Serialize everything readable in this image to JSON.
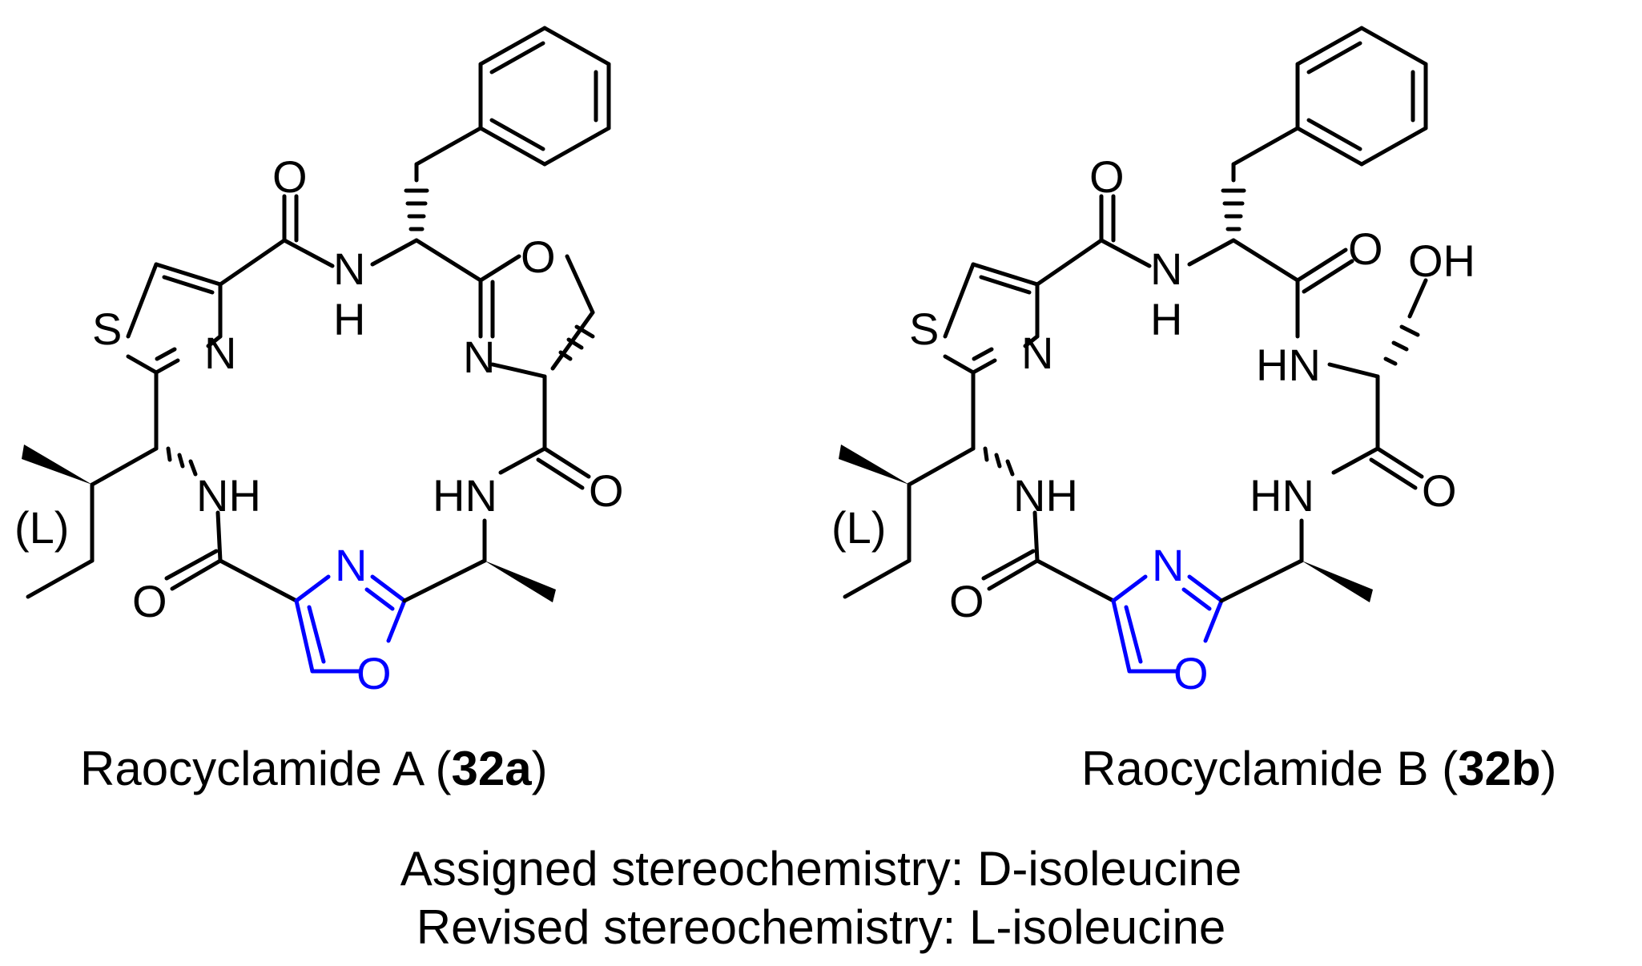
{
  "colors": {
    "bond": "#000000",
    "heteroaryl": "#0000ff",
    "background": "#ffffff"
  },
  "compounds": [
    {
      "name": "Raocyclamide A (",
      "number": "32a",
      "close": ")",
      "iso_label": "(L)",
      "atoms": {
        "S": "S",
        "N": "N",
        "O": "O",
        "NH": "NH",
        "HN": "HN",
        "H": "H"
      }
    },
    {
      "name": "Raocyclamide B (",
      "number": "32b",
      "close": ")",
      "iso_label": "(L)",
      "atoms": {
        "S": "S",
        "N": "N",
        "O": "O",
        "NH": "NH",
        "HN": "HN",
        "H": "H",
        "OH": "OH"
      }
    }
  ],
  "notes": {
    "assigned": "Assigned stereochemistry: D-isoleucine",
    "revised": "Revised stereochemistry: L-isoleucine"
  }
}
